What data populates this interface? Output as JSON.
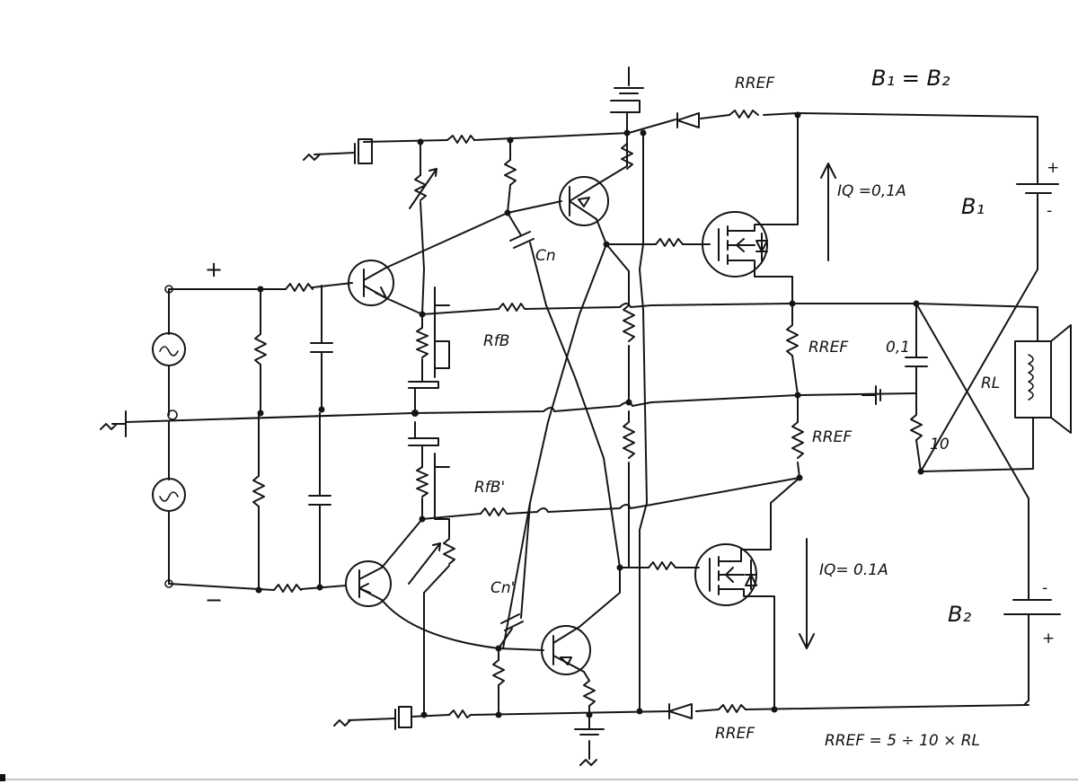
{
  "labels": {
    "rref_top": "RREF",
    "b_equal": "B₁ = B₂",
    "iq_top": "IQ =0,1A",
    "b1": "B₁",
    "b1_plus": "+",
    "b1_minus": "-",
    "input_plus": "+",
    "input_minus": "−",
    "cn": "Cn",
    "rfb": "RfB",
    "rref_mid_top": "RREF",
    "cap_val": "0,1",
    "res_val": "10",
    "rl": "RL",
    "rref_mid_bottom": "RREF",
    "rfb_prime": "RfB'",
    "cn_prime": "Cn'",
    "iq_bottom": "IQ= 0.1A",
    "b2": "B₂",
    "b2_plus": "+",
    "b2_minus": "-",
    "rref_bottom": "RREF",
    "rref_formula": "RREF = 5 ÷ 10 × RL"
  }
}
